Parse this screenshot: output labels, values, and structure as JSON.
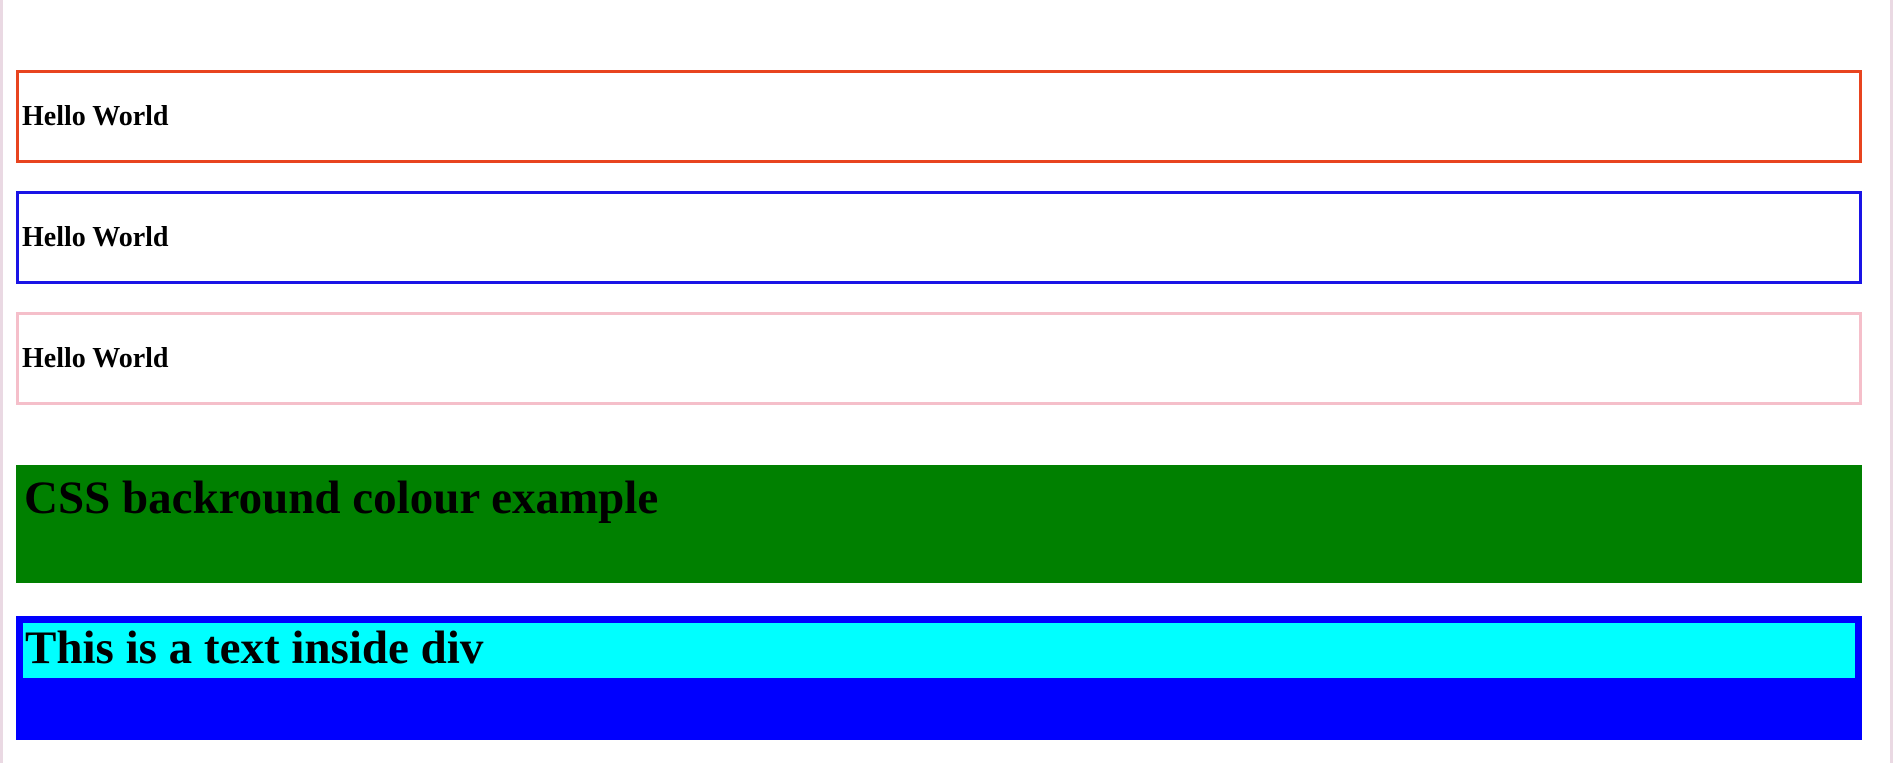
{
  "boxes": [
    {
      "text": "Hello World",
      "border_color": "#e8441f"
    },
    {
      "text": "Hello World",
      "border_color": "#1a14e6"
    },
    {
      "text": "Hello World",
      "border_color": "#f5bfca"
    }
  ],
  "green_block": {
    "text": "CSS backround colour example",
    "background": "#008000"
  },
  "blue_block": {
    "text": "This is a text inside div",
    "outer_background": "#0000ff",
    "inner_background": "#00ffff"
  },
  "colors": {
    "page_background": "#ffffff",
    "edge_rule": "#ead9e3"
  }
}
